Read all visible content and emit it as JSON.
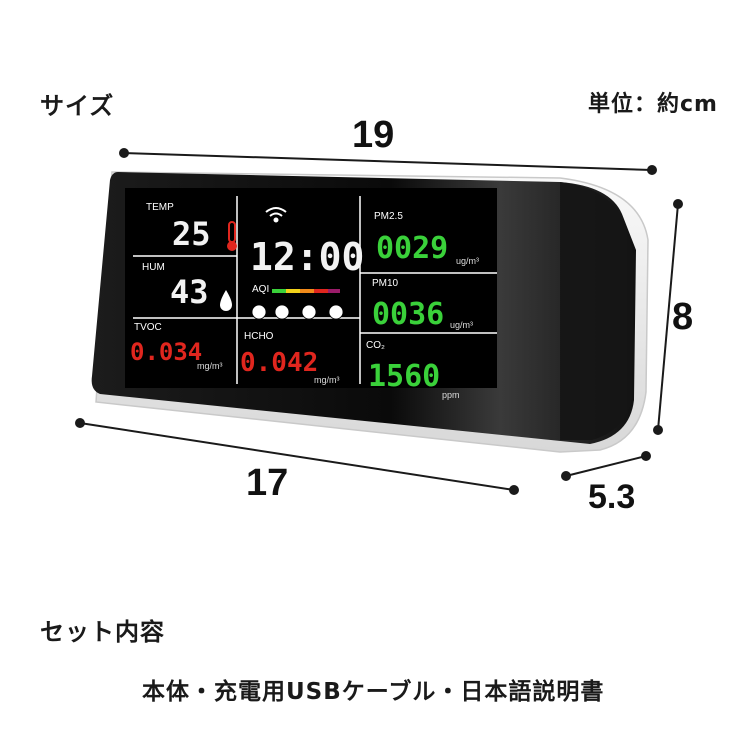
{
  "labels": {
    "size": "サイズ",
    "unit": "単位：約cm",
    "contents_heading": "セット内容",
    "contents_items": "本体・充電用USBケーブル・日本語説明書"
  },
  "dimensions": {
    "top_width": "19",
    "bottom_width": "17",
    "height": "8",
    "depth": "5.3"
  },
  "display": {
    "temp_label": "TEMP",
    "temp_value": "25",
    "hum_label": "HUM",
    "hum_value": "43",
    "time": "12:00",
    "aqi_label": "AQI",
    "tvoc_label": "TVOC",
    "tvoc_value": "0.034",
    "tvoc_unit": "mg/m³",
    "hcho_label": "HCHO",
    "hcho_value": "0.042",
    "hcho_unit": "mg/m³",
    "pm25_label": "PM2.5",
    "pm25_value": "0029",
    "pm25_unit": "ug/m³",
    "pm10_label": "PM10",
    "pm10_value": "0036",
    "pm10_unit": "ug/m³",
    "co2_label": "CO₂",
    "co2_value": "1560",
    "co2_unit": "ppm"
  },
  "colors": {
    "green": "#3ad13a",
    "red": "#e0261e",
    "white_digits": "#f2f2f2"
  },
  "icons": {
    "thermometer": "thermometer-icon",
    "droplet": "droplet-icon",
    "wifi": "wifi-icon",
    "faces": "aqi-face-icon"
  }
}
